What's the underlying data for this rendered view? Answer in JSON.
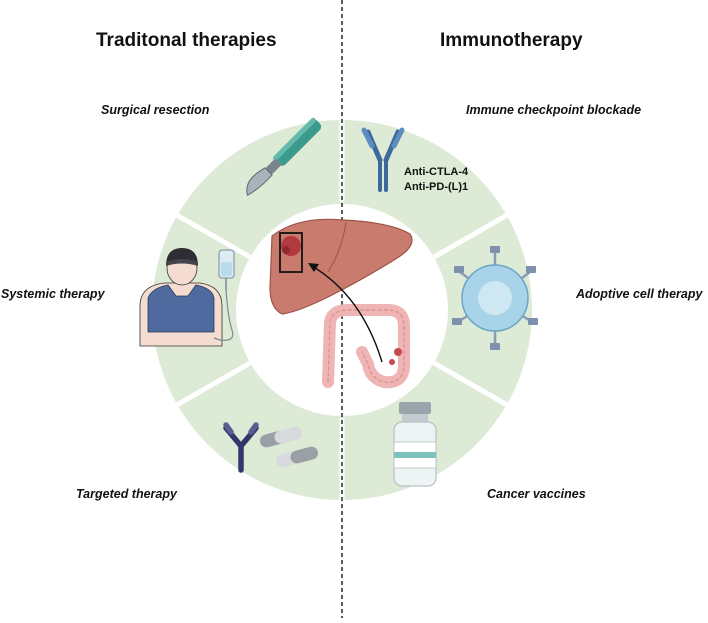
{
  "headings": {
    "left": "Traditonal therapies",
    "right": "Immunotherapy"
  },
  "segments": {
    "surgical": "Surgical resection",
    "systemic": "Systemic therapy",
    "targeted": "Targeted therapy",
    "checkpoint": "Immune checkpoint blockade",
    "adoptive": "Adoptive cell therapy",
    "vaccines": "Cancer vaccines"
  },
  "checkpoint_targets": [
    "Anti-CTLA-4",
    "Anti-PD-(L)1"
  ],
  "colors": {
    "ring": "#dcead6",
    "divider": "#ffffff",
    "liver": "#c97c6e",
    "tumor": "#b03a40",
    "colon": "#efb4b4",
    "antibody": "#3d6a9c",
    "shirt": "#4f6a9e",
    "cell": "#a9d3e8"
  }
}
